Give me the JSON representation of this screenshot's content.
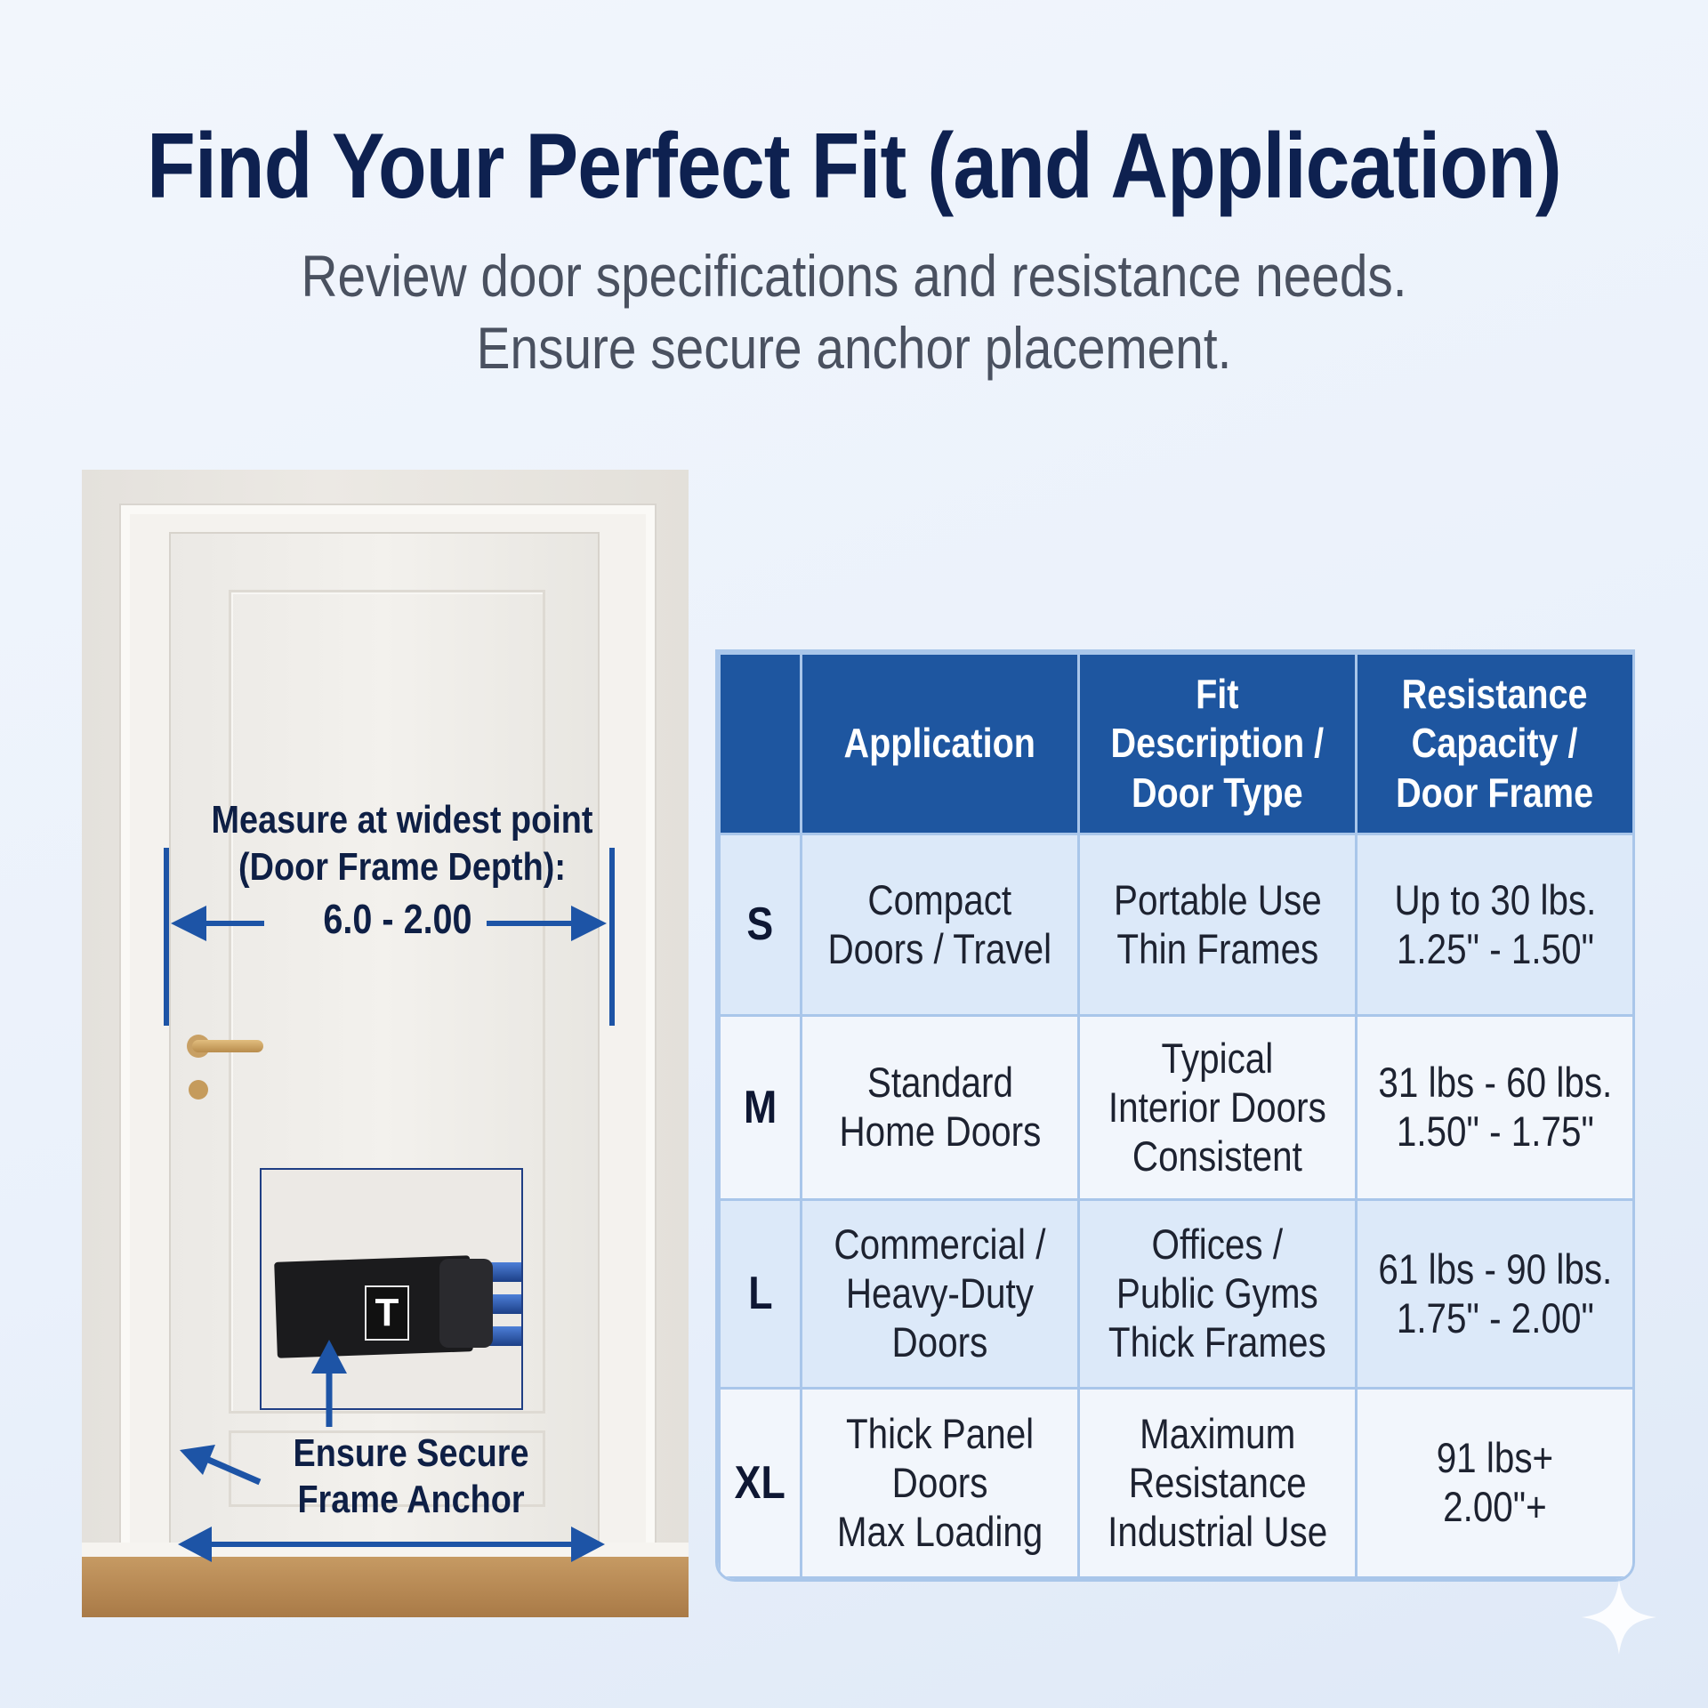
{
  "header": {
    "title": "Find Your Perfect Fit (and Application)",
    "subtitle_line1": "Review door specifications and resistance needs.",
    "subtitle_line2": "Ensure secure anchor placement."
  },
  "photo": {
    "measure_line1": "Measure at widest point",
    "measure_line2": "(Door Frame Depth):",
    "measure_value": "6.0 - 2.00",
    "anchor_line1": "Ensure Secure",
    "anchor_line2": "Frame Anchor",
    "strap_logo": "T"
  },
  "table": {
    "headers": {
      "size": "",
      "application": "Application",
      "fit": [
        "Fit",
        "Description /",
        "Door Type"
      ],
      "resistance": [
        "Resistance",
        "Capacity /",
        "Door Frame"
      ]
    },
    "rows": [
      {
        "size": "S",
        "application": [
          "Compact",
          "Doors / Travel"
        ],
        "fit": [
          "Portable Use",
          "Thin Frames"
        ],
        "resistance": [
          "Up to 30 lbs.",
          "1.25\" - 1.50\""
        ]
      },
      {
        "size": "M",
        "application": [
          "Standard",
          "Home Doors"
        ],
        "fit": [
          "Typical",
          "Interior Doors",
          "Consistent"
        ],
        "resistance": [
          "31 lbs - 60 lbs.",
          "1.50\" - 1.75\""
        ]
      },
      {
        "size": "L",
        "application": [
          "Commercial /",
          "Heavy-Duty",
          "Doors"
        ],
        "fit": [
          "Offices /",
          "Public Gyms",
          "Thick Frames"
        ],
        "resistance": [
          "61 lbs - 90 lbs.",
          "1.75\" - 2.00\""
        ]
      },
      {
        "size": "XL",
        "application": [
          "Thick Panel",
          "Doors",
          "Max Loading"
        ],
        "fit": [
          "Maximum",
          "Resistance",
          "Industrial Use"
        ],
        "resistance": [
          "91 lbs+",
          "2.00\"+"
        ]
      }
    ]
  },
  "colors": {
    "title": "#0e2150",
    "header_fill": "#1e56a0",
    "arrow": "#1d54a6",
    "row_alt": "#dce9f9"
  }
}
